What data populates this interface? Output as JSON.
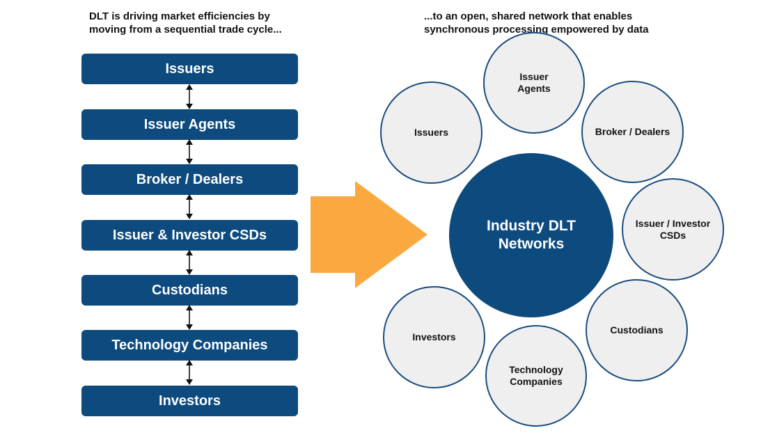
{
  "left_caption": "DLT is driving market efficiencies by\nmoving from a sequential trade cycle...",
  "right_caption": "...to an open, shared network that enables\nsynchronous processing empowered by data",
  "sequence": [
    "Issuers",
    "Issuer Agents",
    "Broker / Dealers",
    "Issuer & Investor CSDs",
    "Custodians",
    "Technology Companies",
    "Investors"
  ],
  "hub_label": "Industry DLT\nNetworks",
  "network_nodes": [
    "Issuers",
    "Issuer\nAgents",
    "Broker / Dealers",
    "Issuer / Investor\nCSDs",
    "Custodians",
    "Technology\nCompanies",
    "Investors"
  ],
  "colors": {
    "navy": "#0d4a7e",
    "orange": "#f9a940",
    "circle_fill": "#efefef",
    "circle_border": "#1a4c7e"
  }
}
